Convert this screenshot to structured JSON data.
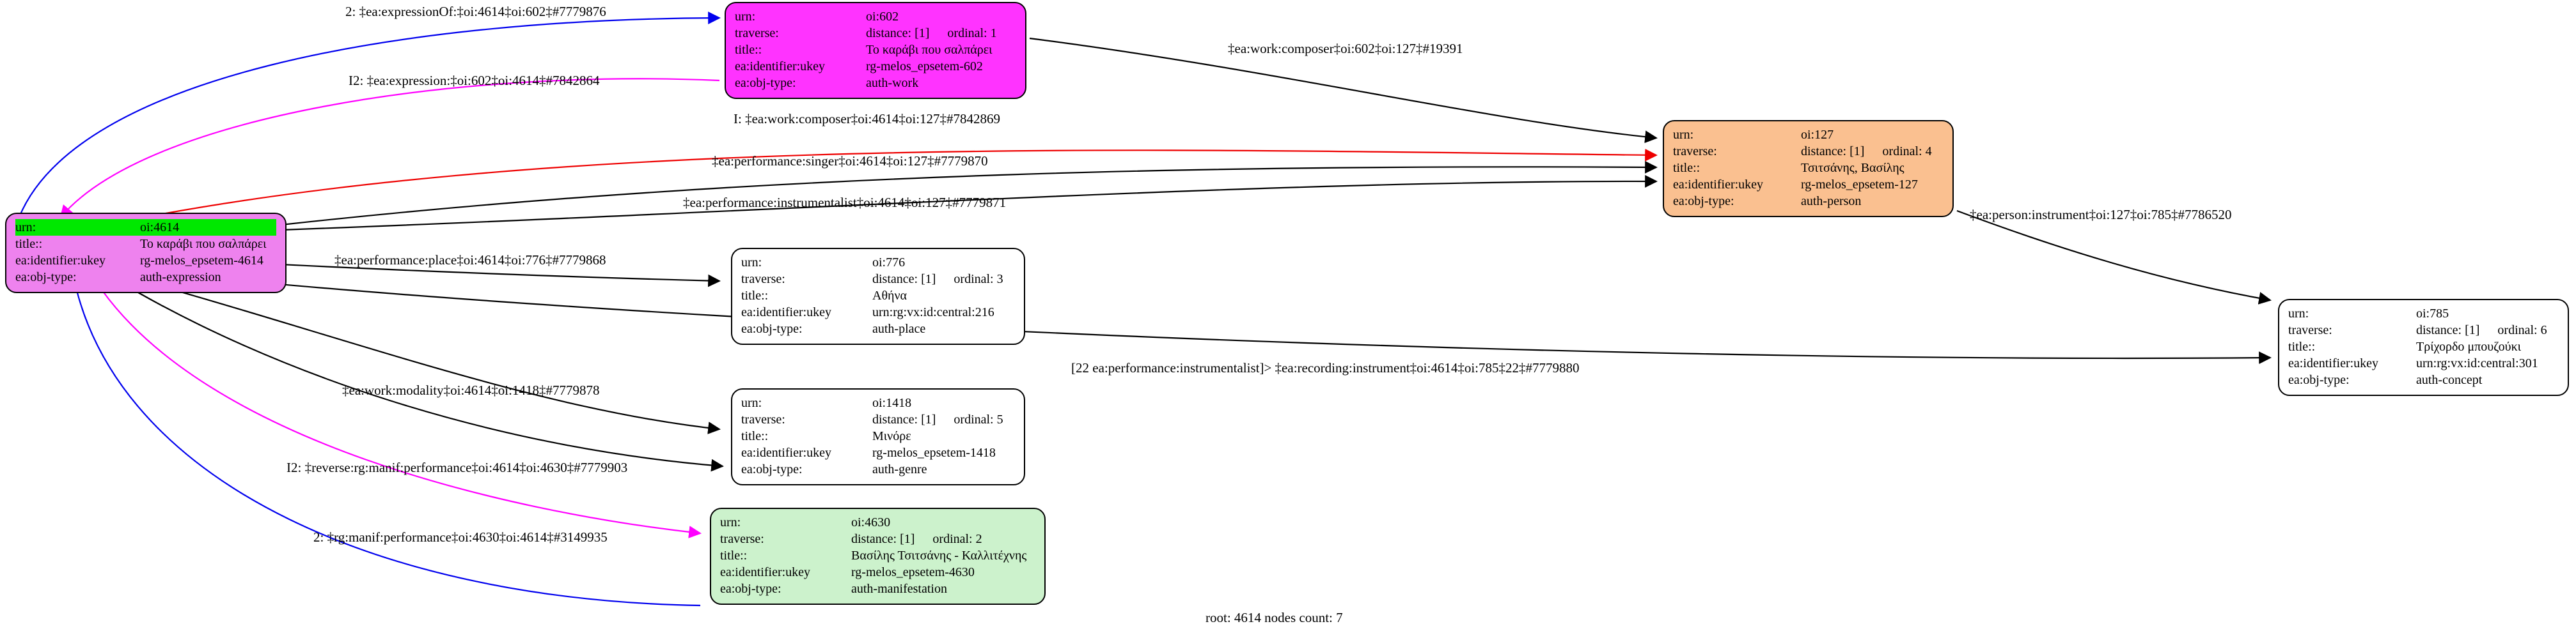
{
  "graph": {
    "footer": "root: 4614 nodes count: 7",
    "nodes": [
      {
        "id": "n4614",
        "style": "pinkish",
        "highlight_urn": true,
        "urn_key": "urn:",
        "urn_val": "oi:4614",
        "has_traverse": false,
        "traverse_key": "",
        "traverse_distance": "",
        "traverse_ordinal": "",
        "title_key": "title::",
        "title_val": "Το καράβι που σαλπάρει",
        "ukey_key": "ea:identifier:ukey",
        "ukey_val": "rg-melos_epsetem-4614",
        "type_key": "ea:obj-type:",
        "type_val": "auth-expression"
      },
      {
        "id": "n602",
        "style": "magenta",
        "highlight_urn": false,
        "urn_key": "urn:",
        "urn_val": "oi:602",
        "has_traverse": true,
        "traverse_key": "traverse:",
        "traverse_distance": "distance: [1]",
        "traverse_ordinal": "ordinal: 1",
        "title_key": "title::",
        "title_val": "Το καράβι που σαλπάρει",
        "ukey_key": "ea:identifier:ukey",
        "ukey_val": "rg-melos_epsetem-602",
        "type_key": "ea:obj-type:",
        "type_val": "auth-work"
      },
      {
        "id": "n127",
        "style": "orange",
        "highlight_urn": false,
        "urn_key": "urn:",
        "urn_val": "oi:127",
        "has_traverse": true,
        "traverse_key": "traverse:",
        "traverse_distance": "distance: [1]",
        "traverse_ordinal": "ordinal: 4",
        "title_key": "title::",
        "title_val": "Τσιτσάνης, Βασίλης",
        "ukey_key": "ea:identifier:ukey",
        "ukey_val": "rg-melos_epsetem-127",
        "type_key": "ea:obj-type:",
        "type_val": "auth-person"
      },
      {
        "id": "n785",
        "style": "plain",
        "highlight_urn": false,
        "urn_key": "urn:",
        "urn_val": "oi:785",
        "has_traverse": true,
        "traverse_key": "traverse:",
        "traverse_distance": "distance: [1]",
        "traverse_ordinal": "ordinal: 6",
        "title_key": "title::",
        "title_val": "Τρίχορδο μπουζούκι",
        "ukey_key": "ea:identifier:ukey",
        "ukey_val": "urn:rg:vx:id:central:301",
        "type_key": "ea:obj-type:",
        "type_val": "auth-concept"
      },
      {
        "id": "n776",
        "style": "plain",
        "highlight_urn": false,
        "urn_key": "urn:",
        "urn_val": "oi:776",
        "has_traverse": true,
        "traverse_key": "traverse:",
        "traverse_distance": "distance: [1]",
        "traverse_ordinal": "ordinal: 3",
        "title_key": "title::",
        "title_val": "Αθήνα",
        "ukey_key": "ea:identifier:ukey",
        "ukey_val": "urn:rg:vx:id:central:216",
        "type_key": "ea:obj-type:",
        "type_val": "auth-place"
      },
      {
        "id": "n1418",
        "style": "plain",
        "highlight_urn": false,
        "urn_key": "urn:",
        "urn_val": "oi:1418",
        "has_traverse": true,
        "traverse_key": "traverse:",
        "traverse_distance": "distance: [1]",
        "traverse_ordinal": "ordinal: 5",
        "title_key": "title::",
        "title_val": "Μινόρε",
        "ukey_key": "ea:identifier:ukey",
        "ukey_val": "rg-melos_epsetem-1418",
        "type_key": "ea:obj-type:",
        "type_val": "auth-genre"
      },
      {
        "id": "n4630",
        "style": "lightgreen",
        "highlight_urn": false,
        "urn_key": "urn:",
        "urn_val": "oi:4630",
        "has_traverse": true,
        "traverse_key": "traverse:",
        "traverse_distance": "distance: [1]",
        "traverse_ordinal": "ordinal: 2",
        "title_key": "title::",
        "title_val": "Βασίλης Τσιτσάνης - Καλλιτέχνης",
        "ukey_key": "ea:identifier:ukey",
        "ukey_val": "rg-melos_epsetem-4630",
        "type_key": "ea:obj-type:",
        "type_val": "auth-manifestation"
      }
    ],
    "edge_labels": [
      {
        "id": "e1",
        "text": "2: ‡ea:expressionOf:‡oi:4614‡oi:602‡#7779876",
        "color": "#0000ee"
      },
      {
        "id": "e2",
        "text": "I2: ‡ea:expression:‡oi:602‡oi:4614‡#7842864",
        "color": "#ff00ff"
      },
      {
        "id": "e3",
        "text": "I: ‡ea:work:composer‡oi:4614‡oi:127‡#7842869",
        "color": "#ee0000"
      },
      {
        "id": "e4",
        "text": "‡ea:performance:singer‡oi:4614‡oi:127‡#7779870",
        "color": "#000000"
      },
      {
        "id": "e5",
        "text": "‡ea:performance:instrumentalist‡oi:4614‡oi:127‡#7779871",
        "color": "#000000"
      },
      {
        "id": "e6",
        "text": "‡ea:work:composer‡oi:602‡oi:127‡#19391",
        "color": "#000000"
      },
      {
        "id": "e7",
        "text": "‡ea:person:instrument‡oi:127‡oi:785‡#7786520",
        "color": "#000000"
      },
      {
        "id": "e8",
        "text": "‡ea:performance:place‡oi:4614‡oi:776‡#7779868",
        "color": "#000000"
      },
      {
        "id": "e9",
        "text": "[22 ea:performance:instrumentalist]> ‡ea:recording:instrument‡oi:4614‡oi:785‡22‡#7779880",
        "color": "#000000"
      },
      {
        "id": "e10",
        "text": "‡ea:work:modality‡oi:4614‡oi:1418‡#7779878",
        "color": "#000000"
      },
      {
        "id": "e11",
        "text": "I2: ‡reverse:rg:manif:performance‡oi:4614‡oi:4630‡#7779903",
        "color": "#000000"
      },
      {
        "id": "e12",
        "text": "2: ‡rg:manif:performance‡oi:4630‡oi:4614‡#3149935",
        "color": "#ff00ff"
      }
    ]
  }
}
